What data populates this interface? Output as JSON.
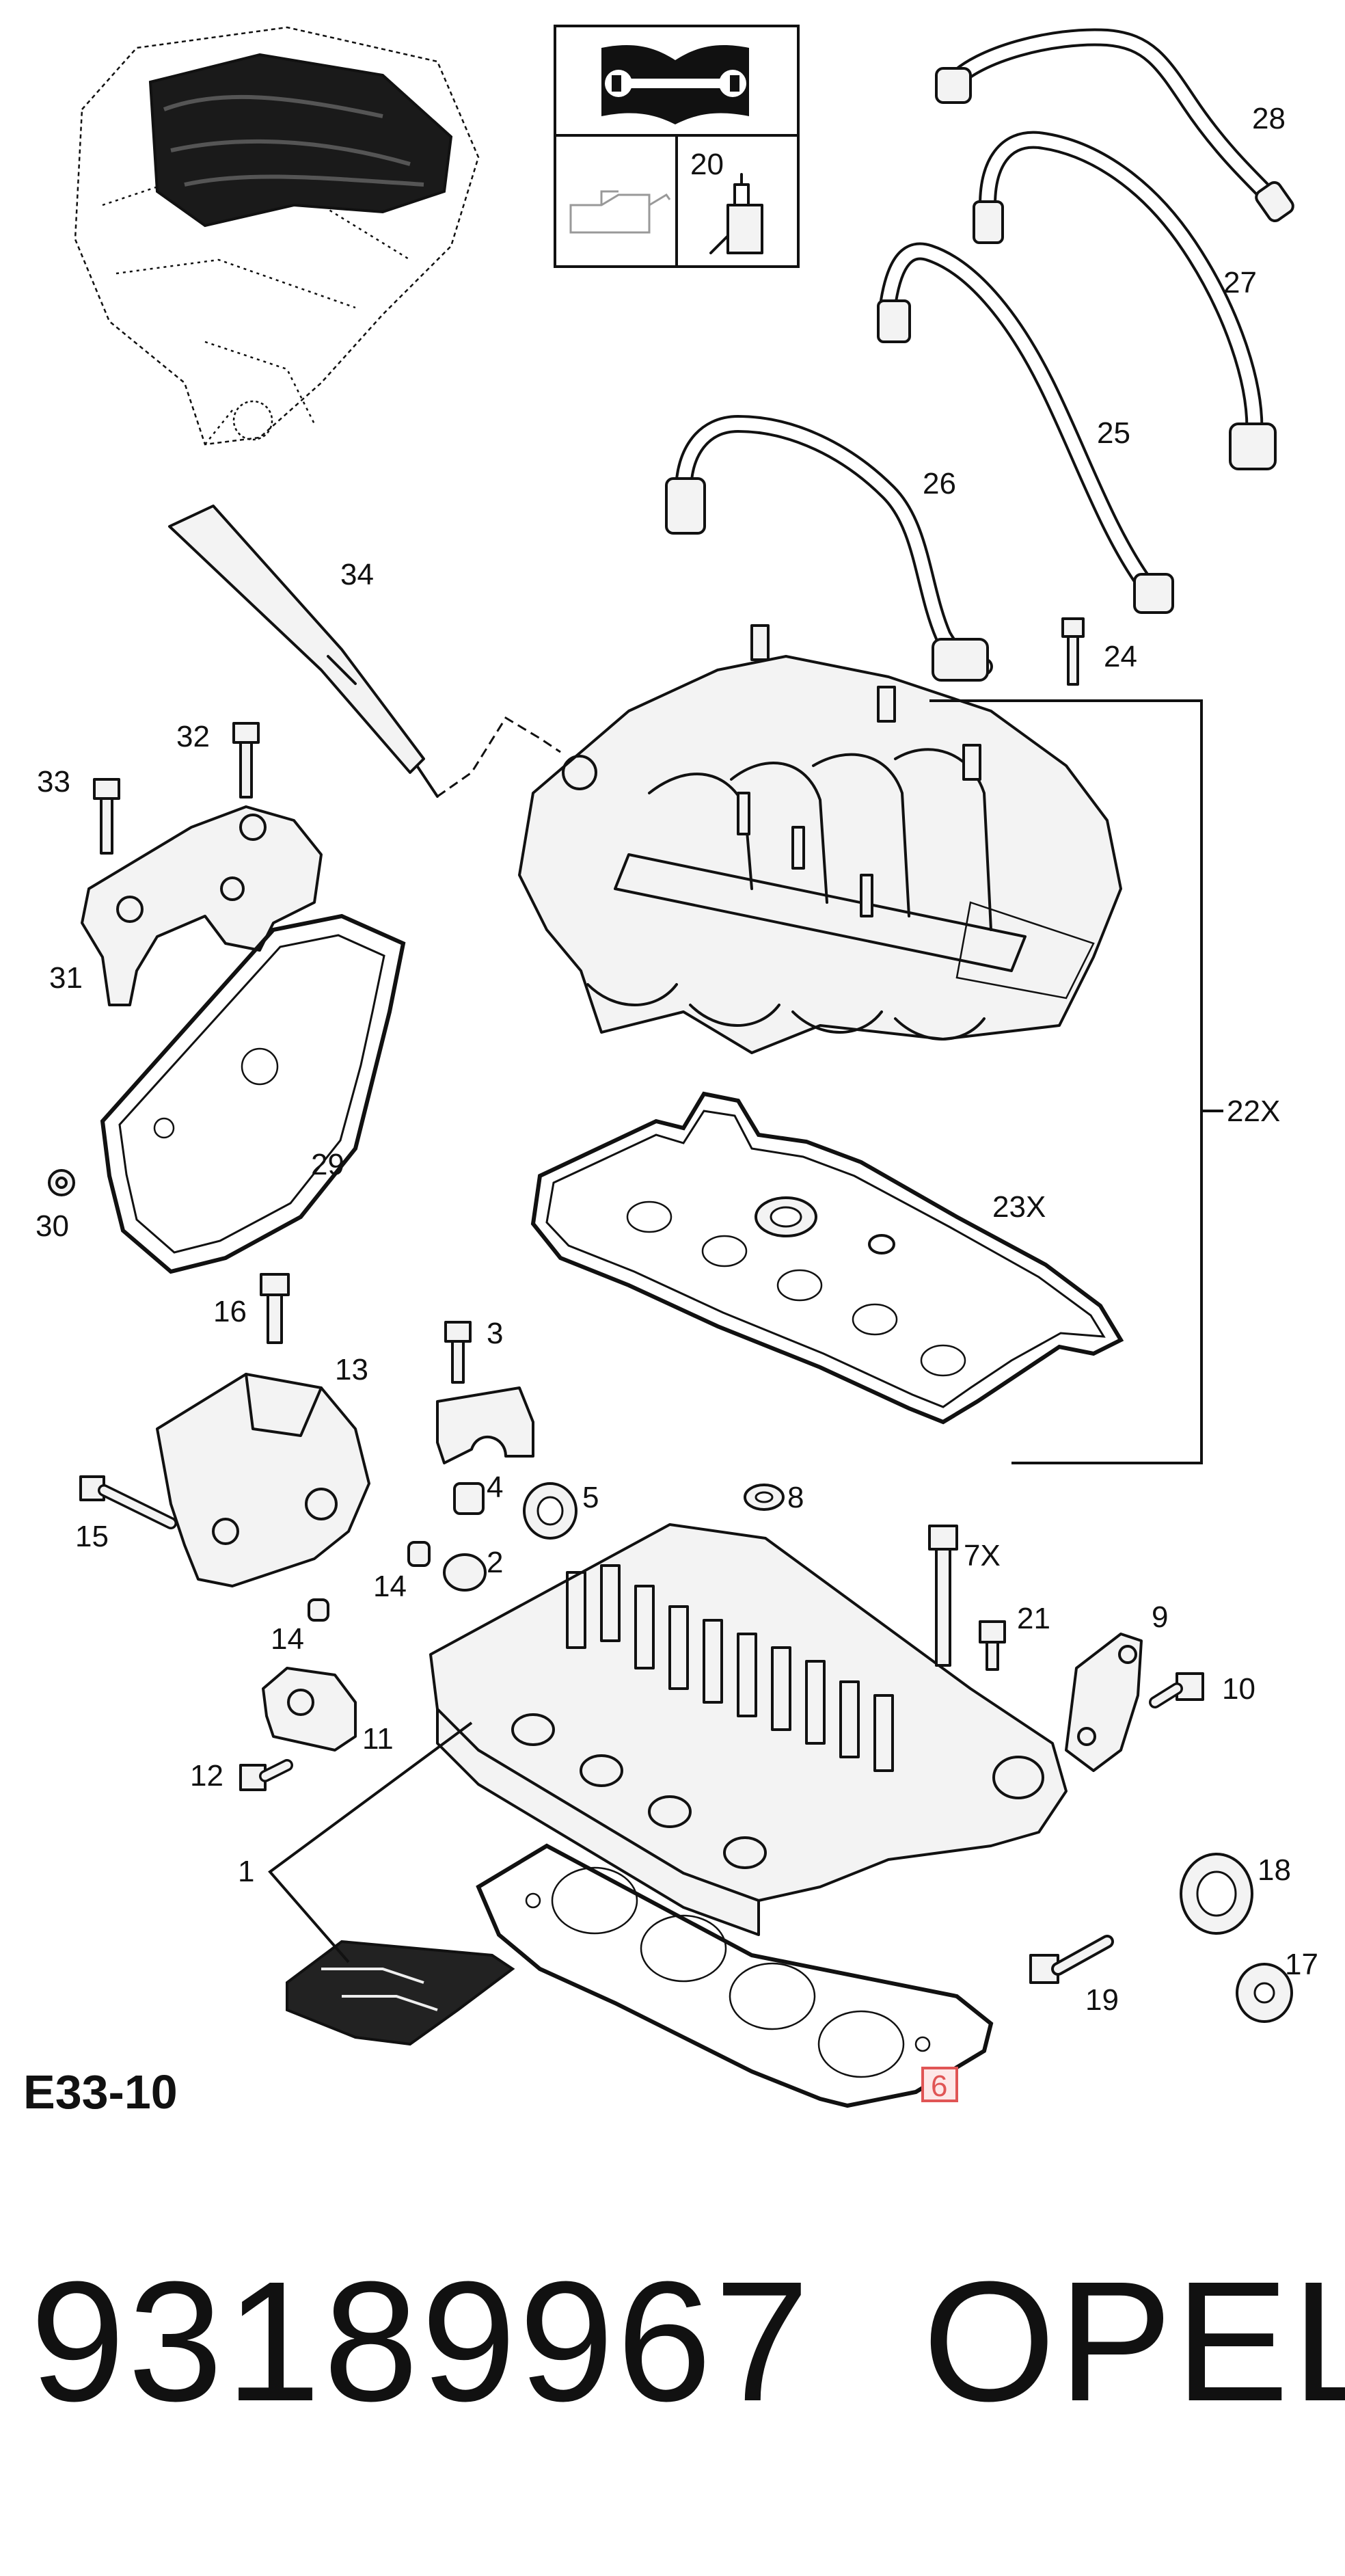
{
  "diagram_code": "E33-10",
  "footer": {
    "part_number": "93189967",
    "brand": "OPEL"
  },
  "highlight_color": "#e05555",
  "callouts": {
    "c1": "1",
    "c2": "2",
    "c3": "3",
    "c4": "4",
    "c5": "5",
    "c6": "6",
    "c7x": "7X",
    "c8": "8",
    "c9": "9",
    "c10": "10",
    "c11": "11",
    "c12": "12",
    "c13": "13",
    "c14a": "14",
    "c14b": "14",
    "c15": "15",
    "c16": "16",
    "c17": "17",
    "c18": "18",
    "c19": "19",
    "c20": "20",
    "c21": "21",
    "c22x": "22X",
    "c23x": "23X",
    "c24": "24",
    "c25": "25",
    "c26": "26",
    "c27": "27",
    "c28": "28",
    "c29": "29",
    "c30": "30",
    "c31": "31",
    "c32": "32",
    "c33": "33",
    "c34": "34"
  }
}
